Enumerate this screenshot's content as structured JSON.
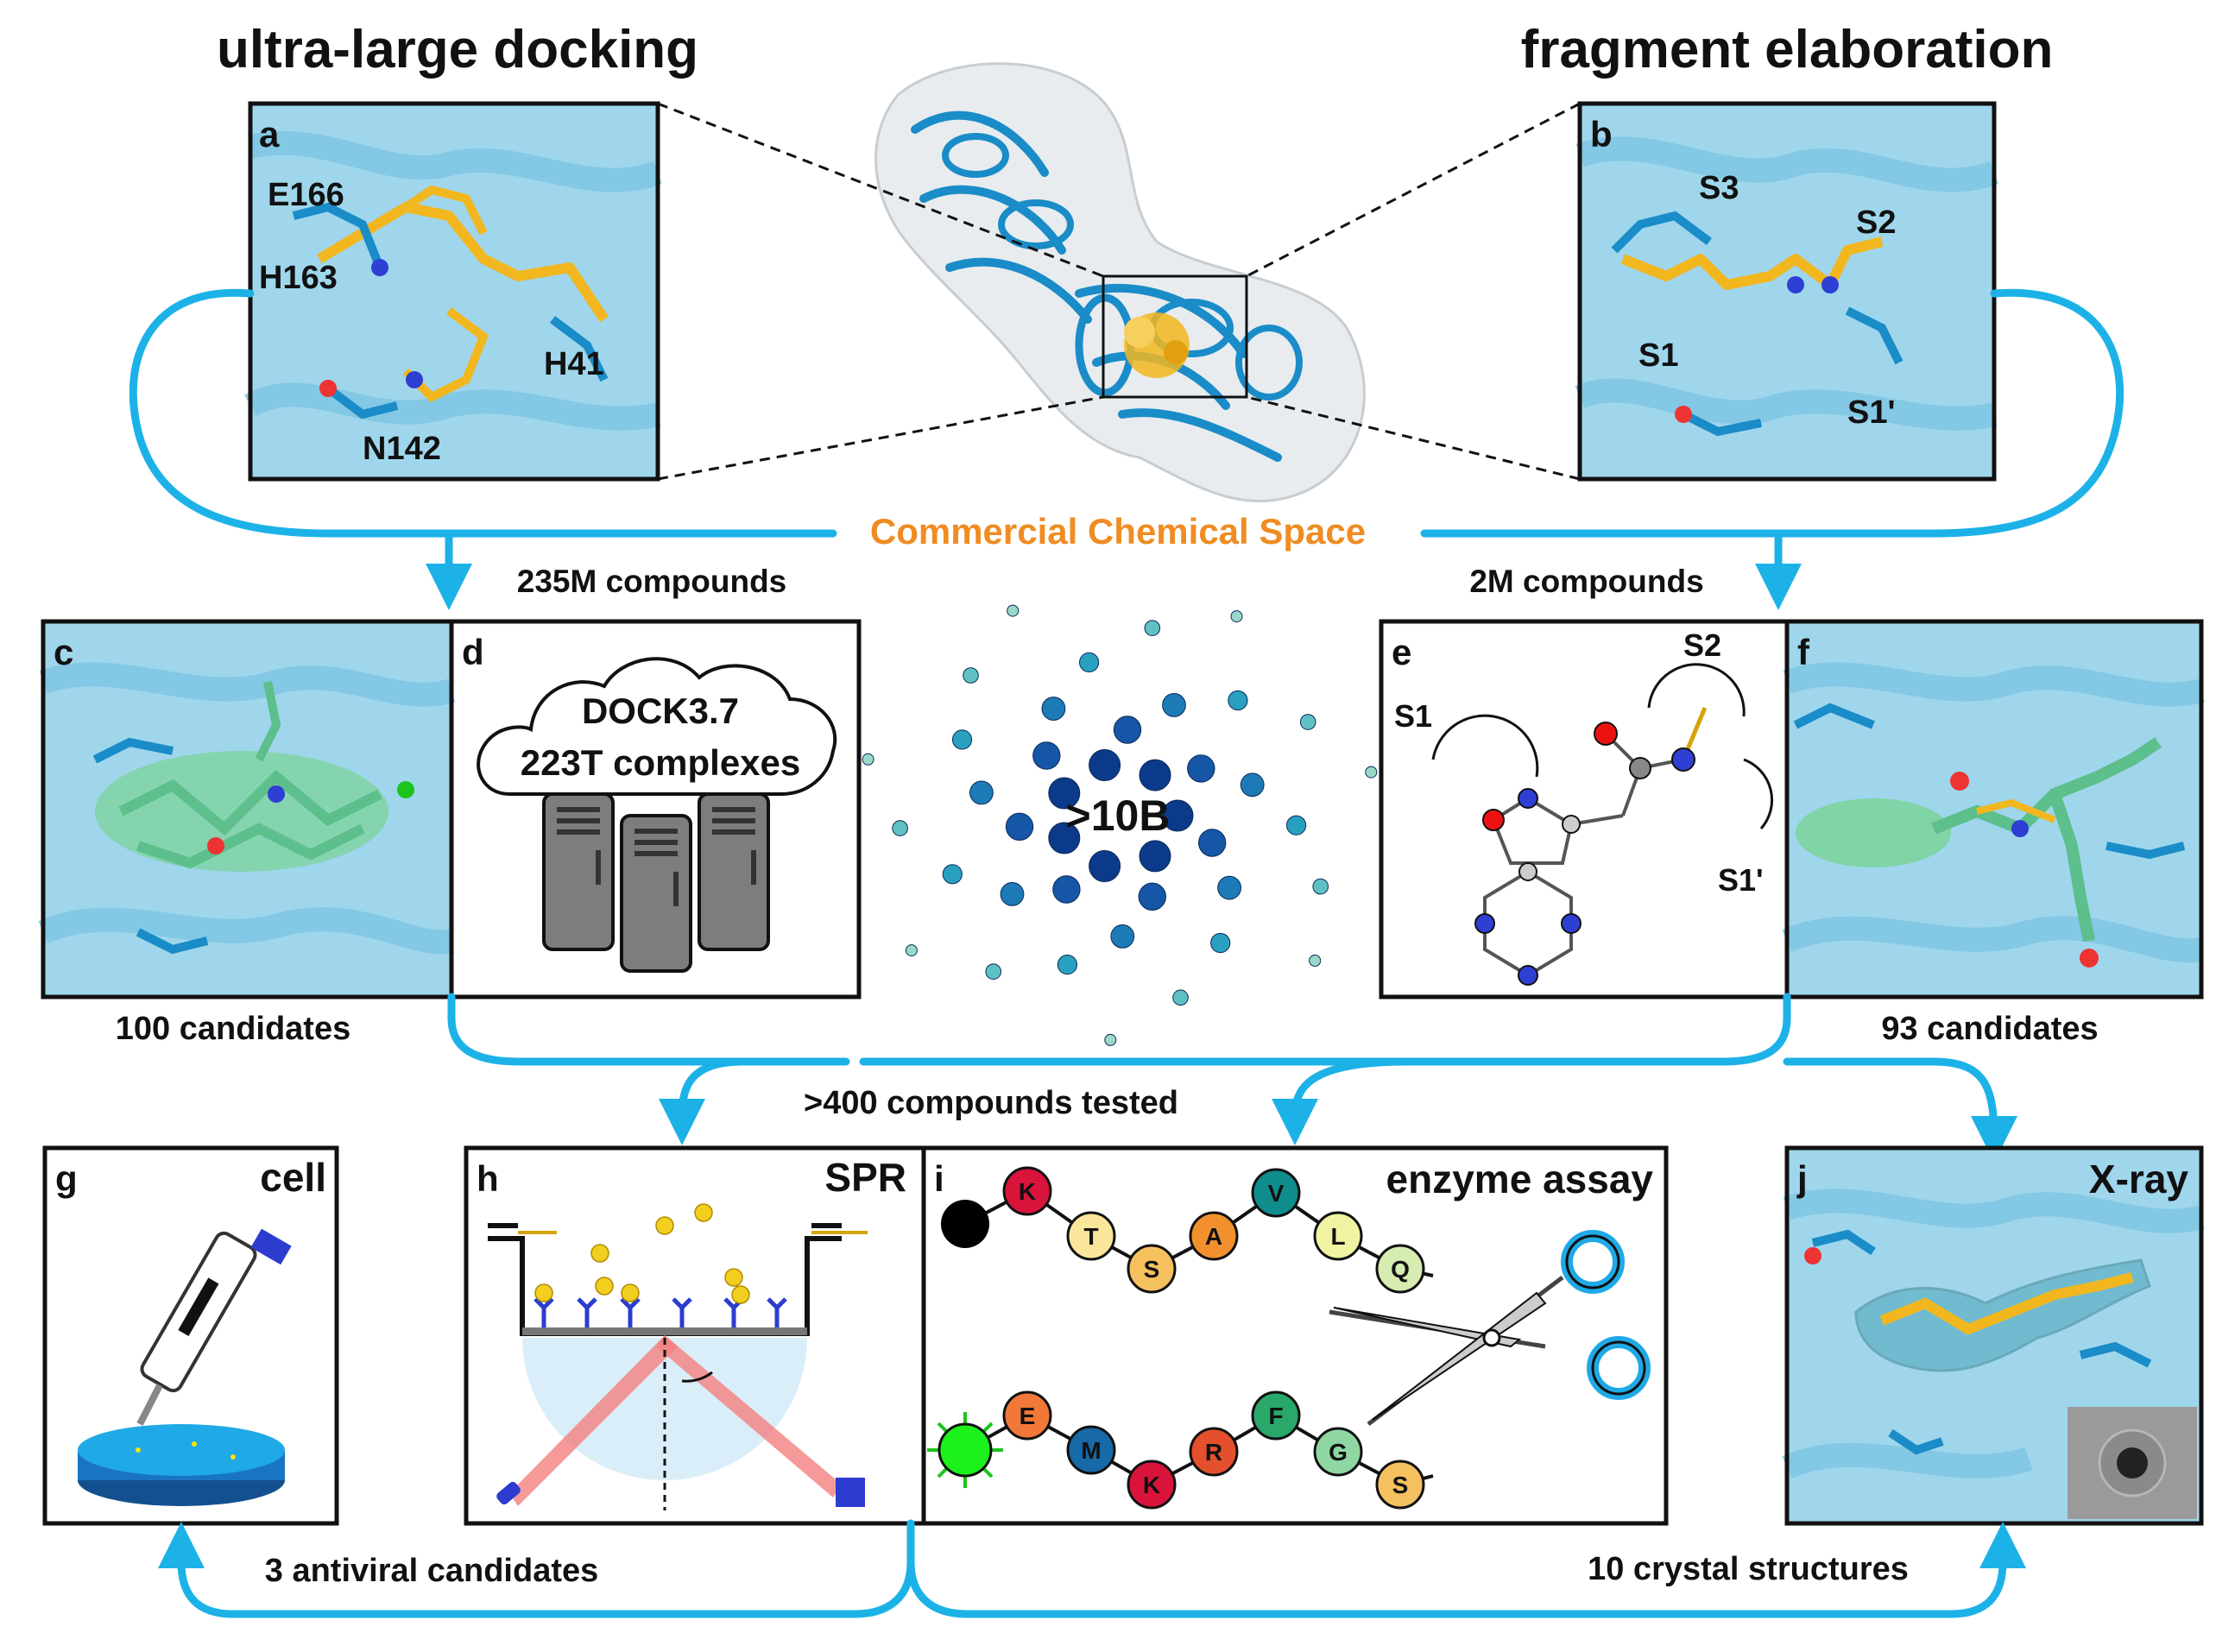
{
  "headers": {
    "left": "ultra-large docking",
    "right": "fragment elaboration"
  },
  "center_label": "Commercial Chemical Space",
  "flow_labels": {
    "left_count": "235M compounds",
    "right_count": "2M compounds",
    "left_candidates": "100 candidates",
    "right_candidates": "93 candidates",
    "tested": ">400 compounds tested",
    "antiviral": "3 antiviral candidates",
    "crystal": "10 crystal structures"
  },
  "panels": {
    "a": {
      "letter": "a",
      "residues": [
        "E166",
        "H163",
        "H41",
        "N142"
      ]
    },
    "b": {
      "letter": "b",
      "pockets": [
        "S3",
        "S2",
        "S1",
        "S1'"
      ]
    },
    "c": {
      "letter": "c"
    },
    "d": {
      "letter": "d",
      "line1": "DOCK3.7",
      "line2": "223T complexes"
    },
    "space": {
      "label": ">10B"
    },
    "e": {
      "letter": "e",
      "pockets": [
        "S1",
        "S2",
        "S1'"
      ]
    },
    "f": {
      "letter": "f"
    },
    "g": {
      "letter": "g",
      "title": "cell"
    },
    "h": {
      "letter": "h",
      "title": "SPR"
    },
    "i": {
      "letter": "i",
      "title": "enzyme assay",
      "top_residues": [
        "K",
        "T",
        "S",
        "A",
        "V",
        "L",
        "Q"
      ],
      "bottom_residues": [
        "E",
        "M",
        "K",
        "R",
        "F",
        "G",
        "S"
      ]
    },
    "j": {
      "letter": "j",
      "title": "X-ray"
    }
  },
  "colors": {
    "arrow": "#1cb2e8",
    "accent_orange": "#ef8c22",
    "protein_blue": "#1a8cc8",
    "protein_light": "#8ccfe6",
    "ligand_yellow": "#f2b71f",
    "ligand_green": "#80d4a6",
    "server_gray": "#7d7d7d"
  }
}
